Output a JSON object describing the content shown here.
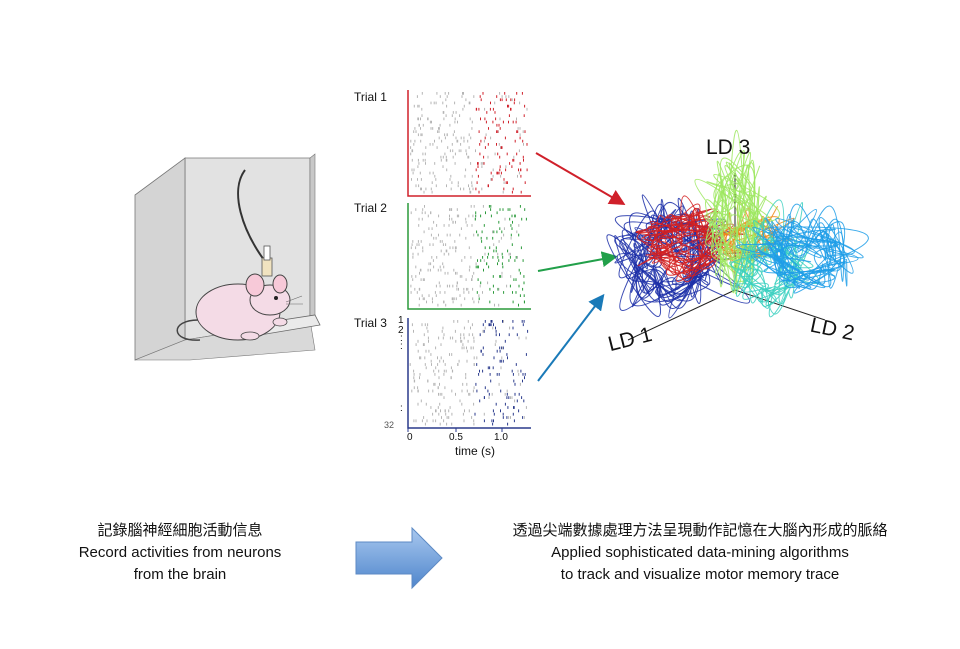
{
  "left_caption": {
    "line1": "記錄腦神經細胞活動信息",
    "line2": "Record activities from neurons",
    "line3": "from the brain"
  },
  "right_caption": {
    "line1": "透過尖端數據處理方法呈現動作記憶在大腦內形成的脈絡",
    "line2": "Applied sophisticated data-mining algorithms",
    "line3": "to track and visualize motor memory trace"
  },
  "raster": {
    "trials": [
      {
        "label": "Trial 1",
        "color": "#d0202a"
      },
      {
        "label": "Trial 2",
        "color": "#2a9a3a"
      },
      {
        "label": "Trial 3",
        "color": "#2a3a8c"
      }
    ],
    "neuron_labels": {
      "first": "1",
      "second": "2",
      "last": "32"
    },
    "x_ticks": [
      "0",
      "0.5",
      "1.0"
    ],
    "x_label": "time (s)"
  },
  "trajectory": {
    "axis1": "LD 1",
    "axis2": "LD 2",
    "axis3": "LD 3"
  },
  "colors": {
    "arrow_red": "#d0202a",
    "arrow_green": "#22a04a",
    "arrow_blue": "#1a7ab8",
    "block_arrow": "#6f9fd8"
  }
}
